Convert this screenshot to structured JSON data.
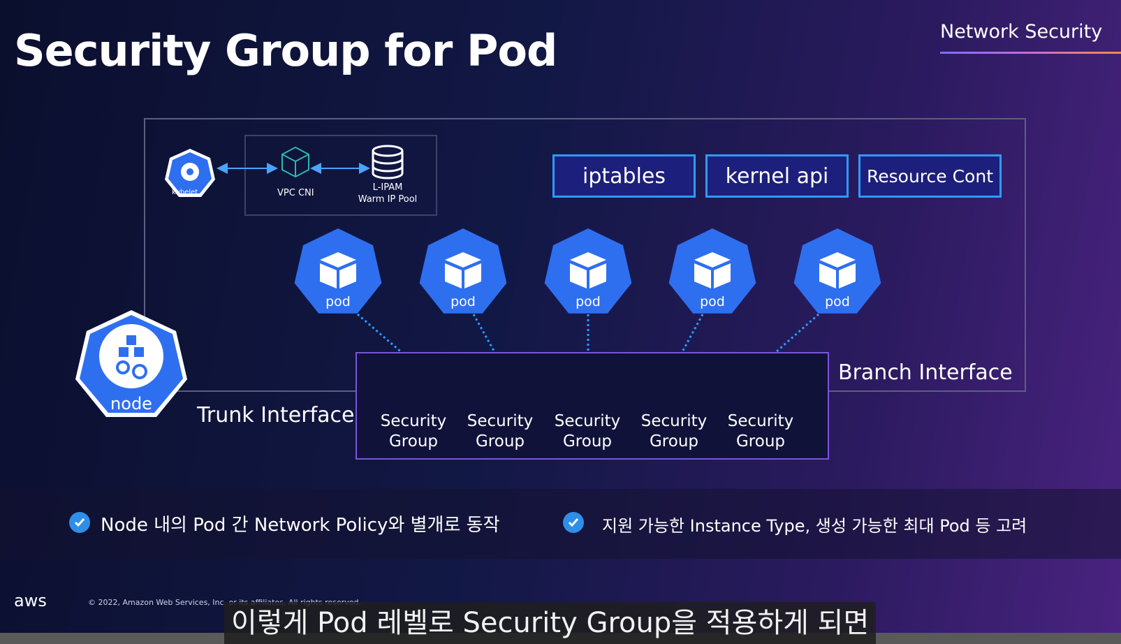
{
  "slide": {
    "title": "Security Group for Pod",
    "section": "Network Security"
  },
  "diagram": {
    "kubelet_label": "kubelet",
    "vpc_cni_label": "VPC CNI",
    "lipam_label_line1": "L-IPAM",
    "lipam_label_line2": "Warm IP Pool",
    "controls": [
      "iptables",
      "kernel api",
      "Resource Cont"
    ],
    "pods": [
      "pod",
      "pod",
      "pod",
      "pod",
      "pod"
    ],
    "node_label": "node",
    "trunk_label": "Trunk Interface",
    "branch_label": "Branch Interface",
    "security_groups": [
      {
        "line1": "Security",
        "line2": "Group"
      },
      {
        "line1": "Security",
        "line2": "Group"
      },
      {
        "line1": "Security",
        "line2": "Group"
      },
      {
        "line1": "Security",
        "line2": "Group"
      },
      {
        "line1": "Security",
        "line2": "Group"
      }
    ]
  },
  "bullets": [
    "Node 내의 Pod 간 Network Policy와 별개로 동작",
    "지원 가능한 Instance Type,  생성 가능한 최대 Pod 등 고려"
  ],
  "footer": {
    "aws_logo": "aws",
    "copyright": "© 2022, Amazon Web Services, Inc. or its affiliates. All rights reserved."
  },
  "caption": "이렇게 Pod 레벨로 Security Group을 적용하게 되면",
  "colors": {
    "accent_blue": "#2e6ff0",
    "control_border": "#2e9bff",
    "sg_dashed": "#d63b9a",
    "branch_border": "#7a55d8"
  },
  "icons": {
    "kubelet": "kubelet-heptagon-icon",
    "vpc_cni": "cube-outline-icon",
    "lipam": "database-icon",
    "pod": "pod-cube-icon",
    "node": "node-heptagon-icon",
    "security_group": "network-interface-icon",
    "bullet": "check-circle-icon"
  }
}
